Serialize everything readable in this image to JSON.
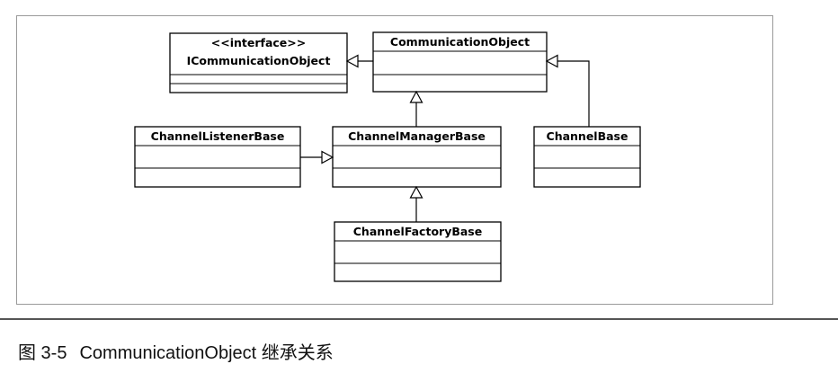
{
  "diagram": {
    "classes": {
      "icommunication": {
        "stereotype": "<<interface>>",
        "name": "ICommunicationObject"
      },
      "communication": {
        "name": "CommunicationObject"
      },
      "listener": {
        "name": "ChannelListenerBase"
      },
      "manager": {
        "name": "ChannelManagerBase"
      },
      "channel": {
        "name": "ChannelBase"
      },
      "factory": {
        "name": "ChannelFactoryBase"
      }
    }
  },
  "caption": {
    "number": "图 3-5",
    "text": "CommunicationObject 继承关系"
  },
  "colors": {
    "line": "#000000",
    "frame": "#9a9a9a",
    "rule": "#555555"
  }
}
